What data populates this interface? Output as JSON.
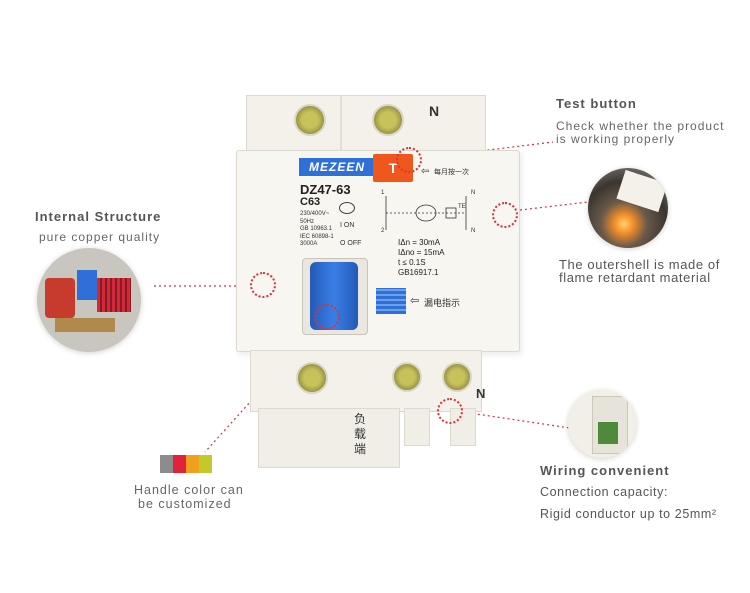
{
  "labels": {
    "test_button": {
      "title": "Test button",
      "line1": "Check whether the product",
      "line2": "is working properly"
    },
    "internal_structure": {
      "title": "Internal Structure",
      "subtitle": "pure copper quality"
    },
    "outershell": {
      "line1": "The outershell is made of",
      "line2": "flame retardant material"
    },
    "handle_color": {
      "line1": "Handle color can",
      "line2": "be customized"
    },
    "wiring": {
      "title": "Wiring convenient",
      "line1": "Connection capacity:",
      "line2": "Rigid conductor up to 25mm²"
    }
  },
  "device": {
    "brand": "MEZEEN",
    "model": "DZ47-63",
    "rating": "C63",
    "spec_lines": [
      "230/400V~",
      "50Hz",
      "GB 10963.1",
      "IEC 60898-1",
      "3000A"
    ],
    "on_label": "I ON",
    "off_label": "O OFF",
    "test_mark": "T",
    "test_note": "每月按一次",
    "terminal_top": "N",
    "terminal_bottom": "N",
    "diagram_labels": [
      "1",
      "N",
      "2",
      "N"
    ],
    "spec_rows": [
      {
        "key": "IΔn",
        "val": "= 30mA"
      },
      {
        "key": "IΔno",
        "val": "= 15mA"
      },
      {
        "key": "t",
        "val": "≤ 0.1S"
      }
    ],
    "standard": "GB16917.1",
    "leak_indicator": "漏电指示",
    "load_side": "负载端",
    "te_mark": "TE"
  },
  "colors": {
    "accent_red": "#d6333a",
    "handle_blue": "#2f6fd8",
    "test_orange": "#f0571d",
    "swatches": [
      "#8c8c8c",
      "#e0223a",
      "#f0a01e",
      "#c5c82a"
    ]
  },
  "icons": [
    "internal-structure-photo",
    "flame-test-photo",
    "terminal-photo"
  ]
}
